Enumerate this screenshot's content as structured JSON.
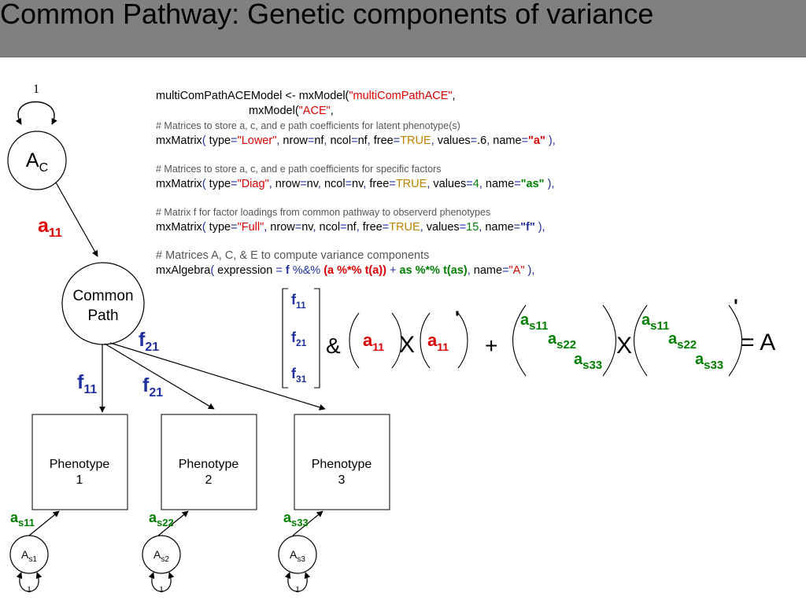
{
  "header": {
    "title": "Common Pathway: Genetic components of variance"
  },
  "colors": {
    "red": "#dd0000",
    "blue": "#2030a0",
    "green": "#008000",
    "orange": "#c08000",
    "comment": "#555555",
    "header_bg": "#808080"
  },
  "code": {
    "line1": {
      "a": "multiComPathACEModel <- mxModel(",
      "b": "\"multiComPathACE\"",
      "c": ","
    },
    "line2": {
      "a": "mxModel(",
      "b": "\"ACE\"",
      "c": ","
    },
    "comment1": "# Matrices to store a, c, and e path coefficients for latent phenotype(s)",
    "mx1": {
      "fn": "mxMatrix",
      "p1": "( ",
      "type_key": "type",
      "eq1": "=",
      "type_val": "\"Lower\"",
      "s1": ", ",
      "nrow_key": "nrow",
      "eq2": "=",
      "nrow_val": "nf",
      "s2": ", ",
      "ncol_key": "ncol",
      "eq3": "=",
      "ncol_val": "nf",
      "s3": ", ",
      "free_key": "free",
      "eq4": "=",
      "free_val": "TRUE",
      "s4": ", ",
      "values_key": "values",
      "eq5": "=",
      "values_val": ".6",
      "s5": ", ",
      "name_key": "name",
      "eq6": "=",
      "name_val": "\"a\"",
      "p2": " ),"
    },
    "comment2": "# Matrices to store a, c, and e path coefficients for specific factors",
    "mx2": {
      "fn": "mxMatrix",
      "p1": "( ",
      "type_key": "type",
      "eq1": "=",
      "type_val": "\"Diag\"",
      "s1": ", ",
      "nrow_key": "nrow",
      "eq2": "=",
      "nrow_val": "nv",
      "s2": ", ",
      "ncol_key": "ncol",
      "eq3": "=",
      "ncol_val": "nv",
      "s3": ", ",
      "free_key": "free",
      "eq4": "=",
      "free_val": "TRUE",
      "s4": ", ",
      "values_key": "values",
      "eq5": "=",
      "values_val": "4",
      "s5": ", ",
      "name_key": "name",
      "eq6": "=",
      "name_val": "\"as\"",
      "p2": " ),"
    },
    "comment3": "# Matrix f for factor loadings from common pathway to observerd phenotypes",
    "mx3": {
      "fn": "mxMatrix",
      "p1": "( ",
      "type_key": "type",
      "eq1": "=",
      "type_val": "\"Full\"",
      "s1": ", ",
      "nrow_key": "nrow",
      "eq2": "=",
      "nrow_val": "nv",
      "s2": ", ",
      "ncol_key": "ncol",
      "eq3": "=",
      "ncol_val": "nf",
      "s3": ", ",
      "free_key": "free",
      "eq4": "=",
      "free_val": "TRUE",
      "s4": ", ",
      "values_key": "values",
      "eq5": "=",
      "values_val": "15",
      "s5": ", ",
      "name_key": "name",
      "eq6": "=",
      "name_val": "\"f\"",
      "p2": " ),"
    },
    "comment4": "# Matrices A, C, & E to compute variance components",
    "alg": {
      "fn": "mxAlgebra",
      "p1": "( ",
      "expr_key": "expression",
      "eq1": " = ",
      "f": "f",
      "op1": " %&% ",
      "paren": "(a %*% t(a))",
      "plus": " + ",
      "as": "as %*% t(as)",
      "s1": ", ",
      "name_key": "name",
      "eq2": "=",
      "name_val": "\"A\"",
      "p2": " ),"
    }
  },
  "diagram": {
    "top_self_loop": "1",
    "latent_ac": {
      "main": "A",
      "sub": "C"
    },
    "path_a11": {
      "main": "a",
      "sub": "11"
    },
    "common_path": {
      "line1": "Common",
      "line2": "Path"
    },
    "path_f11": {
      "main": "f",
      "sub": "11"
    },
    "path_f21_upper": {
      "main": "f",
      "sub": "21"
    },
    "path_f21_lower": {
      "main": "f",
      "sub": "21"
    },
    "phenotypes": [
      {
        "line1": "Phenotype",
        "line2": "1"
      },
      {
        "line1": "Phenotype",
        "line2": "2"
      },
      {
        "line1": "Phenotype",
        "line2": "3"
      }
    ],
    "specific_paths": [
      {
        "main": "a",
        "sub": "s11"
      },
      {
        "main": "a",
        "sub": "s22"
      },
      {
        "main": "a",
        "sub": "s33"
      }
    ],
    "specific_factors": [
      {
        "main": "A",
        "sub": "s1"
      },
      {
        "main": "A",
        "sub": "s2"
      },
      {
        "main": "A",
        "sub": "s3"
      }
    ],
    "specific_self_loops": [
      "1",
      "1",
      "1"
    ]
  },
  "equation": {
    "f_vector": [
      {
        "main": "f",
        "sub": "11"
      },
      {
        "main": "f",
        "sub": "21"
      },
      {
        "main": "f",
        "sub": "31"
      }
    ],
    "ampersand": "&",
    "a_left": {
      "main": "a",
      "sub": "11"
    },
    "times1": "X",
    "a_right": {
      "main": "a",
      "sub": "11"
    },
    "prime1": "'",
    "plus": "+",
    "as_left": [
      {
        "main": "a",
        "sub": "s11"
      },
      {
        "main": "a",
        "sub": "s22"
      },
      {
        "main": "a",
        "sub": "s33"
      }
    ],
    "times2": "X",
    "as_right": [
      {
        "main": "a",
        "sub": "s11"
      },
      {
        "main": "a",
        "sub": "s22"
      },
      {
        "main": "a",
        "sub": "s33"
      }
    ],
    "prime2": "'",
    "result": "= A"
  }
}
